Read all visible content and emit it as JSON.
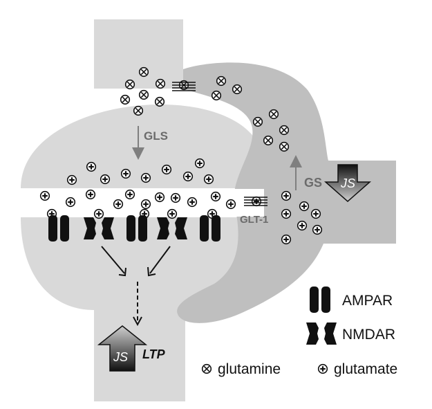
{
  "diagram": {
    "labels": {
      "gls": "GLS",
      "gs": "GS",
      "glt1": "GLT-1",
      "js_astro": "JS",
      "js_post": "JS",
      "ltp": "LTP"
    },
    "legend": {
      "ampar": "AMPAR",
      "nmdar": "NMDAR",
      "glutamine": "glutamine",
      "glutamate": "glutamate"
    },
    "colors": {
      "neuron": "#d9d9d9",
      "astrocyte": "#bfbfbf",
      "cleft": "#ffffff",
      "receptor": "#111111",
      "label_gray": "#6b6b6b",
      "arrow_gray": "#7f7f7f"
    },
    "icons": {
      "glutamine": "circle-x-icon",
      "glutamate": "circle-plus-icon",
      "ampar": "ampar-receptor-icon",
      "nmdar": "nmdar-receptor-icon",
      "transporter": "transporter-icon"
    }
  }
}
